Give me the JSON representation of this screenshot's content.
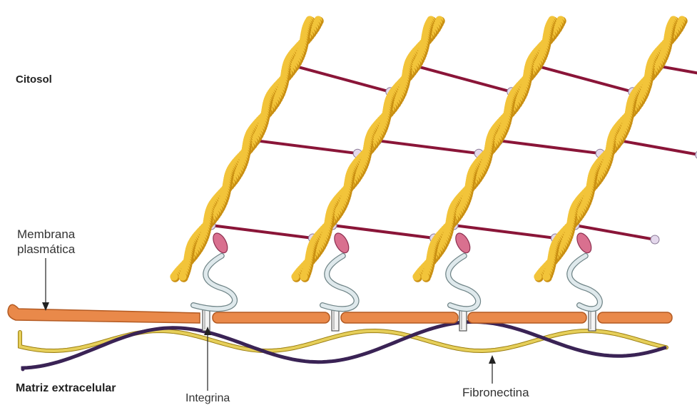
{
  "labels": {
    "cytosol": "Citosol",
    "membrane_line1": "Membrana",
    "membrane_line2": "plasmática",
    "ecm": "Matriz extracelular",
    "integrin": "Integrina",
    "fibronectin": "Fibronectina"
  },
  "colors": {
    "actin": "#f2c43a",
    "actin_shadow": "#c98f12",
    "crosslink": "#8a1538",
    "node": "#e4d8ec",
    "adapter": "#d9708f",
    "talin": "#dfe9ec",
    "membrane": "#e9894a",
    "membrane_edge": "#b35a22",
    "integrin": "#f4f4f4",
    "fibronectin": "#e6cf5a",
    "ecm_fiber": "#3a2355"
  }
}
